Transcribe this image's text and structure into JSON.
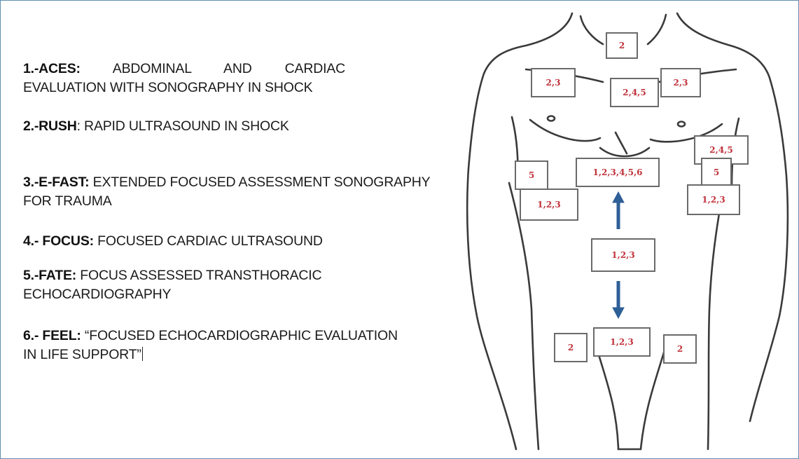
{
  "protocols": [
    {
      "abbr": "1.-ACES:",
      "description_line1": "ABDOMINAL AND CARDIAC",
      "description_line2": "EVALUATION WITH SONOGRAPHY IN SHOCK"
    },
    {
      "abbr": "2.-RUSH",
      "description": ": RAPID ULTRASOUND IN SHOCK"
    },
    {
      "abbr": "3.-E-FAST:",
      "description": " EXTENDED FOCUSED ASSESSMENT SONOGRAPHY",
      "description_line2": "FOR TRAUMA"
    },
    {
      "abbr": "4.- FOCUS:",
      "description": " FOCUSED CARDIAC ULTRASOUND"
    },
    {
      "abbr": "5.-FATE:",
      "description": " FOCUS ASSESSED TRANSTHORACIC",
      "description_line2": "ECHOCARDIOGRAPHY"
    },
    {
      "abbr": "6.- FEEL:",
      "description": " “FOCUSED ECHOCARDIOGRAPHIC EVALUATION",
      "description_line2": "IN LIFE SUPPORT”"
    }
  ],
  "body_diagram": {
    "zones": [
      {
        "id": "neck",
        "label": "2"
      },
      {
        "id": "right-upper-chest",
        "label": "2,3"
      },
      {
        "id": "mid-chest",
        "label": "2,4,5"
      },
      {
        "id": "left-upper-chest",
        "label": "2,3"
      },
      {
        "id": "left-costal",
        "label": "2,4,5"
      },
      {
        "id": "right-axillary",
        "label": "5"
      },
      {
        "id": "subxiphoid",
        "label": "1,2,3,4,5,6"
      },
      {
        "id": "left-axillary",
        "label": "5"
      },
      {
        "id": "right-flank",
        "label": "1,2,3"
      },
      {
        "id": "left-flank",
        "label": "1,2,3"
      },
      {
        "id": "mid-abdomen",
        "label": "1,2,3"
      },
      {
        "id": "right-groin",
        "label": "2"
      },
      {
        "id": "pelvis",
        "label": "1,2,3"
      },
      {
        "id": "left-groin",
        "label": "2"
      }
    ],
    "colors": {
      "label": "#c0313a",
      "box_border": "#6a6a6a",
      "outline": "#3a3a3a",
      "arrow": "#2e5f97",
      "frame": "#5f8fb0"
    }
  }
}
